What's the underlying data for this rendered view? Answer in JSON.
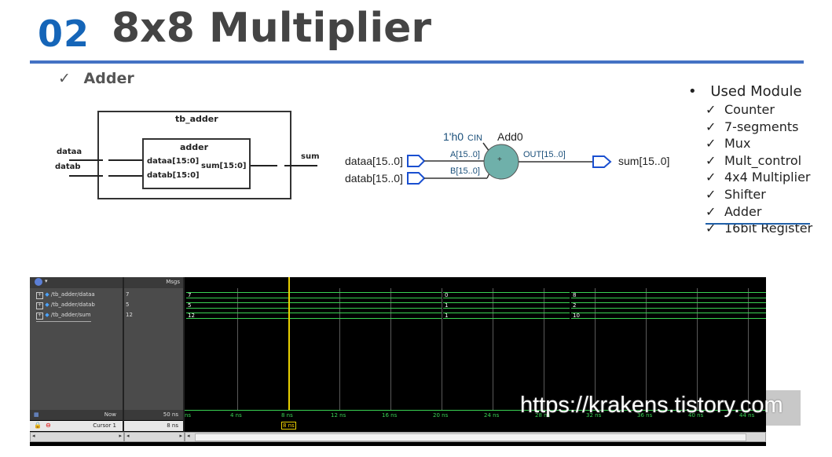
{
  "slide": {
    "number": "02",
    "title": "8x8 Multiplier",
    "section": "Adder",
    "check_mark": "✓"
  },
  "block_diagram": {
    "outer_label": "tb_adder",
    "inner_label": "adder",
    "ports_in": [
      "dataa",
      "datab"
    ],
    "ports_inner": [
      "dataa[15:0]",
      "datab[15:0]"
    ],
    "port_inner_out": "sum[15:0]",
    "port_out": "sum"
  },
  "rtl_view": {
    "cin_value": "1'h0",
    "cin_label": "CIN",
    "instance": "Add0",
    "symbol": "+",
    "in_a": "dataa[15..0]",
    "in_b": "datab[15..0]",
    "pin_a": "A[15..0]",
    "pin_b": "B[15..0]",
    "pin_out": "OUT[15..0]",
    "out": "sum[15..0]"
  },
  "modules": {
    "bullet": "•",
    "heading": "Used Module",
    "items": [
      "Counter",
      "7-segments",
      "Mux",
      "Mult_control",
      "4x4 Multiplier",
      "Shifter",
      "Adder",
      "16bit Register"
    ]
  },
  "wave": {
    "msgs_header": "Msgs",
    "signals": [
      {
        "name": "/tb_adder/dataa",
        "msg": "7",
        "values": [
          "7",
          "0",
          "8"
        ]
      },
      {
        "name": "/tb_adder/datab",
        "msg": "5",
        "values": [
          "5",
          "1",
          "2"
        ]
      },
      {
        "name": "/tb_adder/sum",
        "msg": "12",
        "values": [
          "12",
          "1",
          "10"
        ]
      }
    ],
    "now_label": "Now",
    "now_value": "50 ns",
    "cursor_label": "Cursor 1",
    "cursor_value": "8 ns",
    "cursor_marker": "8 ns",
    "time_ticks": [
      "ns",
      "4 ns",
      "8 ns",
      "12 ns",
      "16 ns",
      "20 ns",
      "24 ns",
      "28 ns",
      "32 ns",
      "36 ns",
      "40 ns",
      "44 ns"
    ]
  },
  "watermark": "https://krakens.tistory.com",
  "colors": {
    "accent_blue": "#1565b8",
    "rule_blue": "#4472c4",
    "wave_green": "#39d353",
    "cursor_yellow": "#e8d000",
    "adder_circle": "#6fb0aa"
  }
}
